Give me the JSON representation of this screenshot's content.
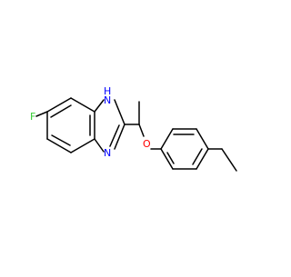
{
  "molecule": {
    "bond_color": "#000000",
    "atoms": {
      "fluorine": {
        "label": "F",
        "color": "#33cc33"
      },
      "n_h": {
        "label": "N",
        "color": "#0000ff"
      },
      "h_on_n": {
        "label": "H",
        "color": "#0000ff"
      },
      "n_ring": {
        "label": "N",
        "color": "#0000ff"
      },
      "oxygen": {
        "label": "O",
        "color": "#ff0000"
      }
    }
  }
}
